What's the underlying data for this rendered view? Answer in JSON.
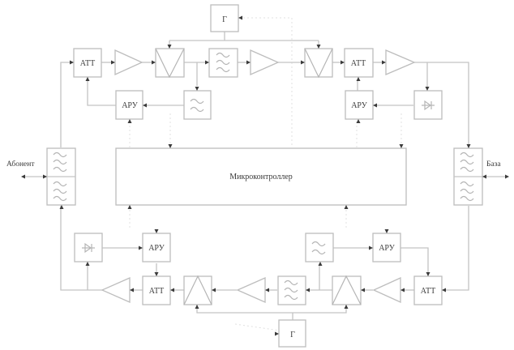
{
  "diagram": {
    "title": "",
    "labels": {
      "subscriber": "Абонент",
      "base": "База",
      "microcontroller": "Микроконтроллер",
      "generator": "Г",
      "attenuator": "АТТ",
      "agc": "АРУ"
    },
    "uplink_chain": [
      "АТТ",
      "amplifier",
      "mixer",
      "bandpass-filter",
      "amplifier",
      "mixer",
      "АТТ",
      "amplifier"
    ],
    "uplink_feedback": [
      "lowpass-filter",
      "АРУ",
      "detector",
      "АРУ"
    ],
    "downlink_chain": [
      "АТТ",
      "amplifier",
      "mixer",
      "bandpass-filter",
      "amplifier",
      "mixer",
      "АТТ",
      "amplifier"
    ],
    "downlink_feedback": [
      "lowpass-filter",
      "АРУ",
      "detector",
      "АРУ"
    ],
    "duplexers": [
      "Абонент",
      "База"
    ]
  }
}
